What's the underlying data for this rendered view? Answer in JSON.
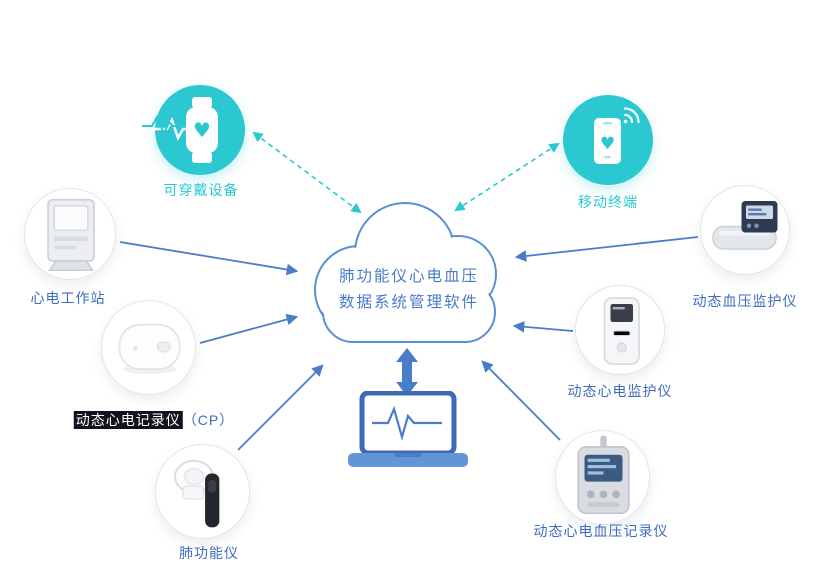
{
  "colors": {
    "teal": "#2bc8d2",
    "arrow_blue": "#4a7dc9",
    "cloud_border": "#5b8fd4",
    "label_blue": "#3e6cbf"
  },
  "cloud": {
    "line1": "肺功能仪心电血压",
    "line2": "数据系统管理软件"
  },
  "nodes": {
    "wearable": {
      "label": "可穿戴设备"
    },
    "mobile": {
      "label": "移动终端"
    },
    "ecg_workstation": {
      "label": "心电工作站"
    },
    "holter_cp": {
      "label_main": "动态心电记录仪",
      "label_suffix": "（CP）"
    },
    "spirometer": {
      "label": "肺功能仪"
    },
    "abp_monitor": {
      "label": "动态血压监护仪"
    },
    "ecg_monitor": {
      "label": "动态心电监护仪"
    },
    "ecg_bp_recorder": {
      "label": "动态心电血压记录仪"
    }
  }
}
